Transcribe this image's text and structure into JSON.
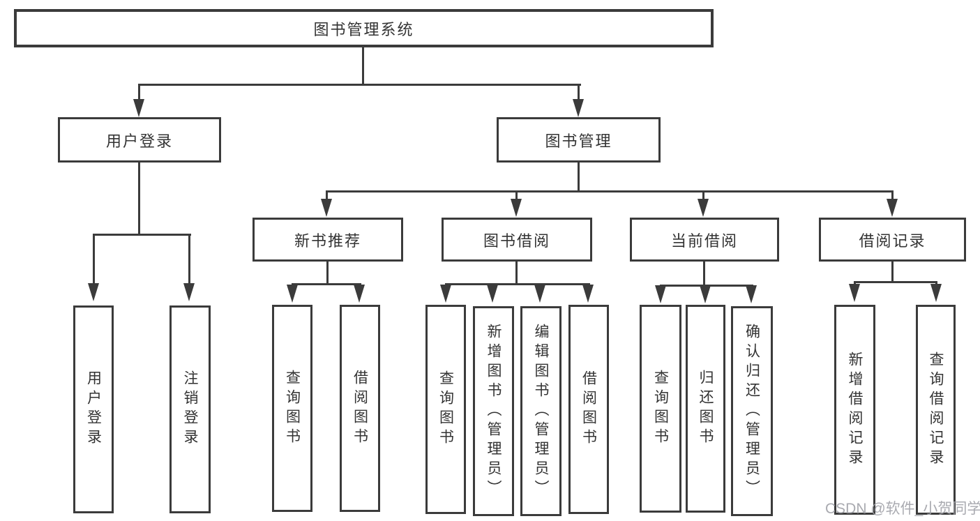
{
  "diagram": {
    "root": {
      "label": "图书管理系统"
    },
    "level2": [
      {
        "label": "用户登录",
        "children": [
          {
            "label": "用户登录"
          },
          {
            "label": "注销登录"
          }
        ]
      },
      {
        "label": "图书管理",
        "children": [
          {
            "label": "新书推荐",
            "children": [
              {
                "label": "查询图书"
              },
              {
                "label": "借阅图书"
              }
            ]
          },
          {
            "label": "图书借阅",
            "children": [
              {
                "label": "查询图书"
              },
              {
                "label": "新增图书（管理员）"
              },
              {
                "label": "编辑图书（管理员）"
              },
              {
                "label": "借阅图书"
              }
            ]
          },
          {
            "label": "当前借阅",
            "children": [
              {
                "label": "查询图书"
              },
              {
                "label": "归还图书"
              },
              {
                "label": "确认归还（管理员）"
              }
            ]
          },
          {
            "label": "借阅记录",
            "children": [
              {
                "label": "新增借阅记录"
              },
              {
                "label": "查询借阅记录"
              }
            ]
          }
        ]
      }
    ]
  },
  "watermark": {
    "text": "CSDN @软件_小贺同学"
  },
  "colors": {
    "line": "#3b3b3b",
    "text": "#333333",
    "watermark": "#a0a1a7",
    "background": "#ffffff"
  }
}
